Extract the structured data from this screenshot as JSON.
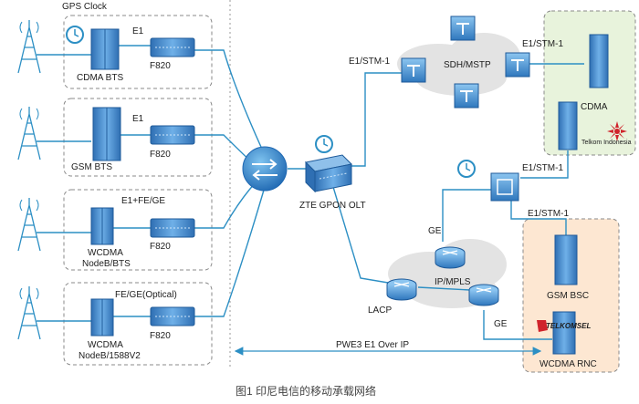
{
  "gps_clock_label": "GPS Clock",
  "sites": [
    {
      "link": "E1",
      "nodes": [
        "CDMA BTS"
      ],
      "converter": "F820"
    },
    {
      "link": "E1",
      "nodes": [
        "GSM BTS"
      ],
      "converter": "F820"
    },
    {
      "link": "E1+FE/GE",
      "nodes": [
        "WCDMA",
        "NodeB/BTS"
      ],
      "converter": "F820"
    },
    {
      "link": "FE/GE(Optical)",
      "nodes": [
        "WCDMA",
        "NodeB/1588V2"
      ],
      "converter": "F820"
    }
  ],
  "olt_label": "ZTE GPON OLT",
  "sdh_label": "SDH/MSTP",
  "sdh_link_left": "E1/STM-1",
  "sdh_link_right": "E1/STM-1",
  "ipmpls_label": "IP/MPLS",
  "ge_upper": "GE",
  "ge_lower": "GE",
  "lacp_label": "LACP",
  "e1stm1_mid": "E1/STM-1",
  "e1stm1_low": "E1/STM-1",
  "cdma_label": "CDMA",
  "telkom_logo": "Telkom Indonesia",
  "gsm_bsc_label": "GSM BSC",
  "wcdma_rnc_label": "WCDMA RNC",
  "telkomsel_logo": "TELKOMSEL",
  "pwe3_label": "PWE3 E1 Over IP",
  "caption": "图1  印尼电信的移动承载网络",
  "colors": {
    "line": "#2c8fc4",
    "device_blue": "#4a93d4",
    "cloud": "#e3e3e3",
    "cdma_zone": "#e8f3dc",
    "gsm_zone": "#fde7d2"
  }
}
